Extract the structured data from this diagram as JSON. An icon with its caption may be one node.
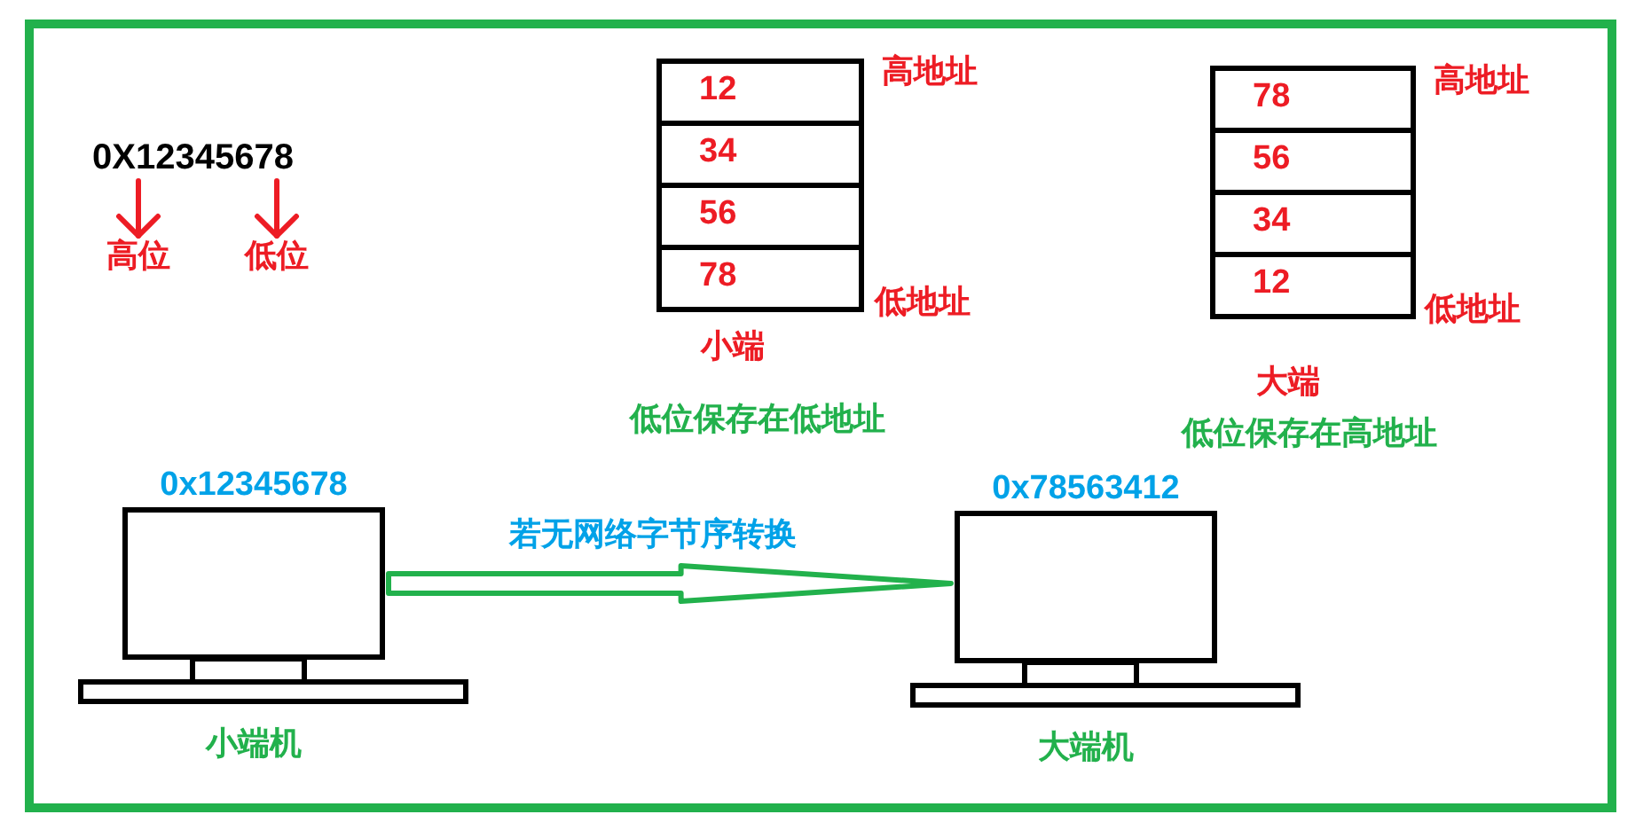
{
  "diagram": {
    "nodes": [
      {
        "text": [
          "0X12345678"
        ]
      },
      {
        "text": [
          "高位"
        ]
      },
      {
        "text": [
          "低位"
        ]
      },
      {
        "text": [
          "12"
        ]
      },
      {
        "text": [
          "34"
        ]
      },
      {
        "text": [
          "56"
        ]
      },
      {
        "text": [
          "78"
        ]
      },
      {
        "text": [
          "78"
        ]
      },
      {
        "text": [
          "56"
        ]
      },
      {
        "text": [
          "34"
        ]
      },
      {
        "text": [
          "12"
        ]
      },
      {
        "text": [
          "0x12345678"
        ],
        "beside": [
          "小端机"
        ]
      },
      {
        "text": [
          "0x78563412"
        ],
        "beside": [
          "大端机"
        ]
      }
    ],
    "edges": [
      {
        "from": 0,
        "to": 1,
        "arrow": "to"
      },
      {
        "from": 0,
        "to": 2,
        "arrow": "to"
      },
      {
        "from": 11,
        "to": 12,
        "arrow": "to",
        "label": "若无网络字节序转换",
        "style": "thick",
        "color": "#22b14c"
      }
    ],
    "labels": [
      "高地址",
      "低地址",
      "小端",
      "低位保存在低地址",
      "高地址",
      "低地址",
      "大端",
      "低位保存在高地址"
    ]
  }
}
